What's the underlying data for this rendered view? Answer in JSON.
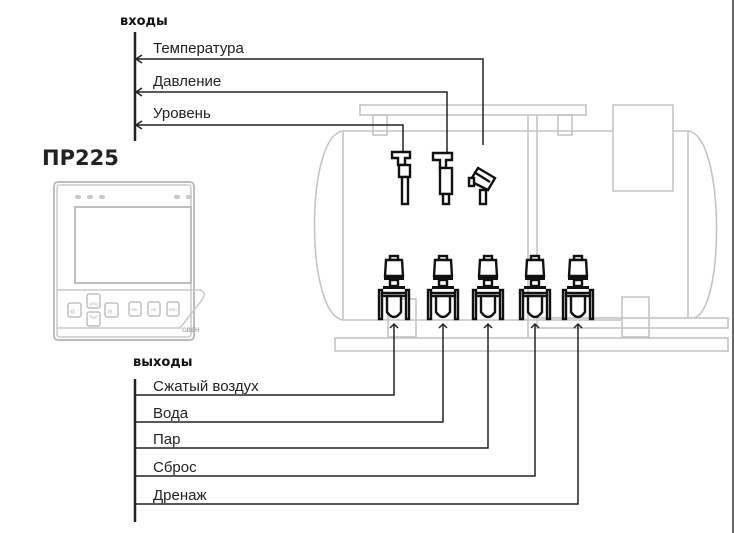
{
  "inputs": {
    "title": "входы",
    "items": [
      {
        "label": "Температура",
        "sensor": "temperature-sensor"
      },
      {
        "label": "Давление",
        "sensor": "pressure-sensor"
      },
      {
        "label": "Уровень",
        "sensor": "level-sensor"
      }
    ]
  },
  "device": {
    "name": "ПР225",
    "buttons": [
      "SEL",
      "OK",
      "ESC"
    ],
    "brand": "ОВЕН"
  },
  "outputs": {
    "title": "выходы",
    "items": [
      {
        "label": "Сжатый воздух"
      },
      {
        "label": "Вода"
      },
      {
        "label": "Пар"
      },
      {
        "label": "Сброс"
      },
      {
        "label": "Дренаж"
      }
    ]
  },
  "colors": {
    "line": "#222222",
    "equipment": "#c4c4c4",
    "device_outline": "#bdbdbd"
  }
}
